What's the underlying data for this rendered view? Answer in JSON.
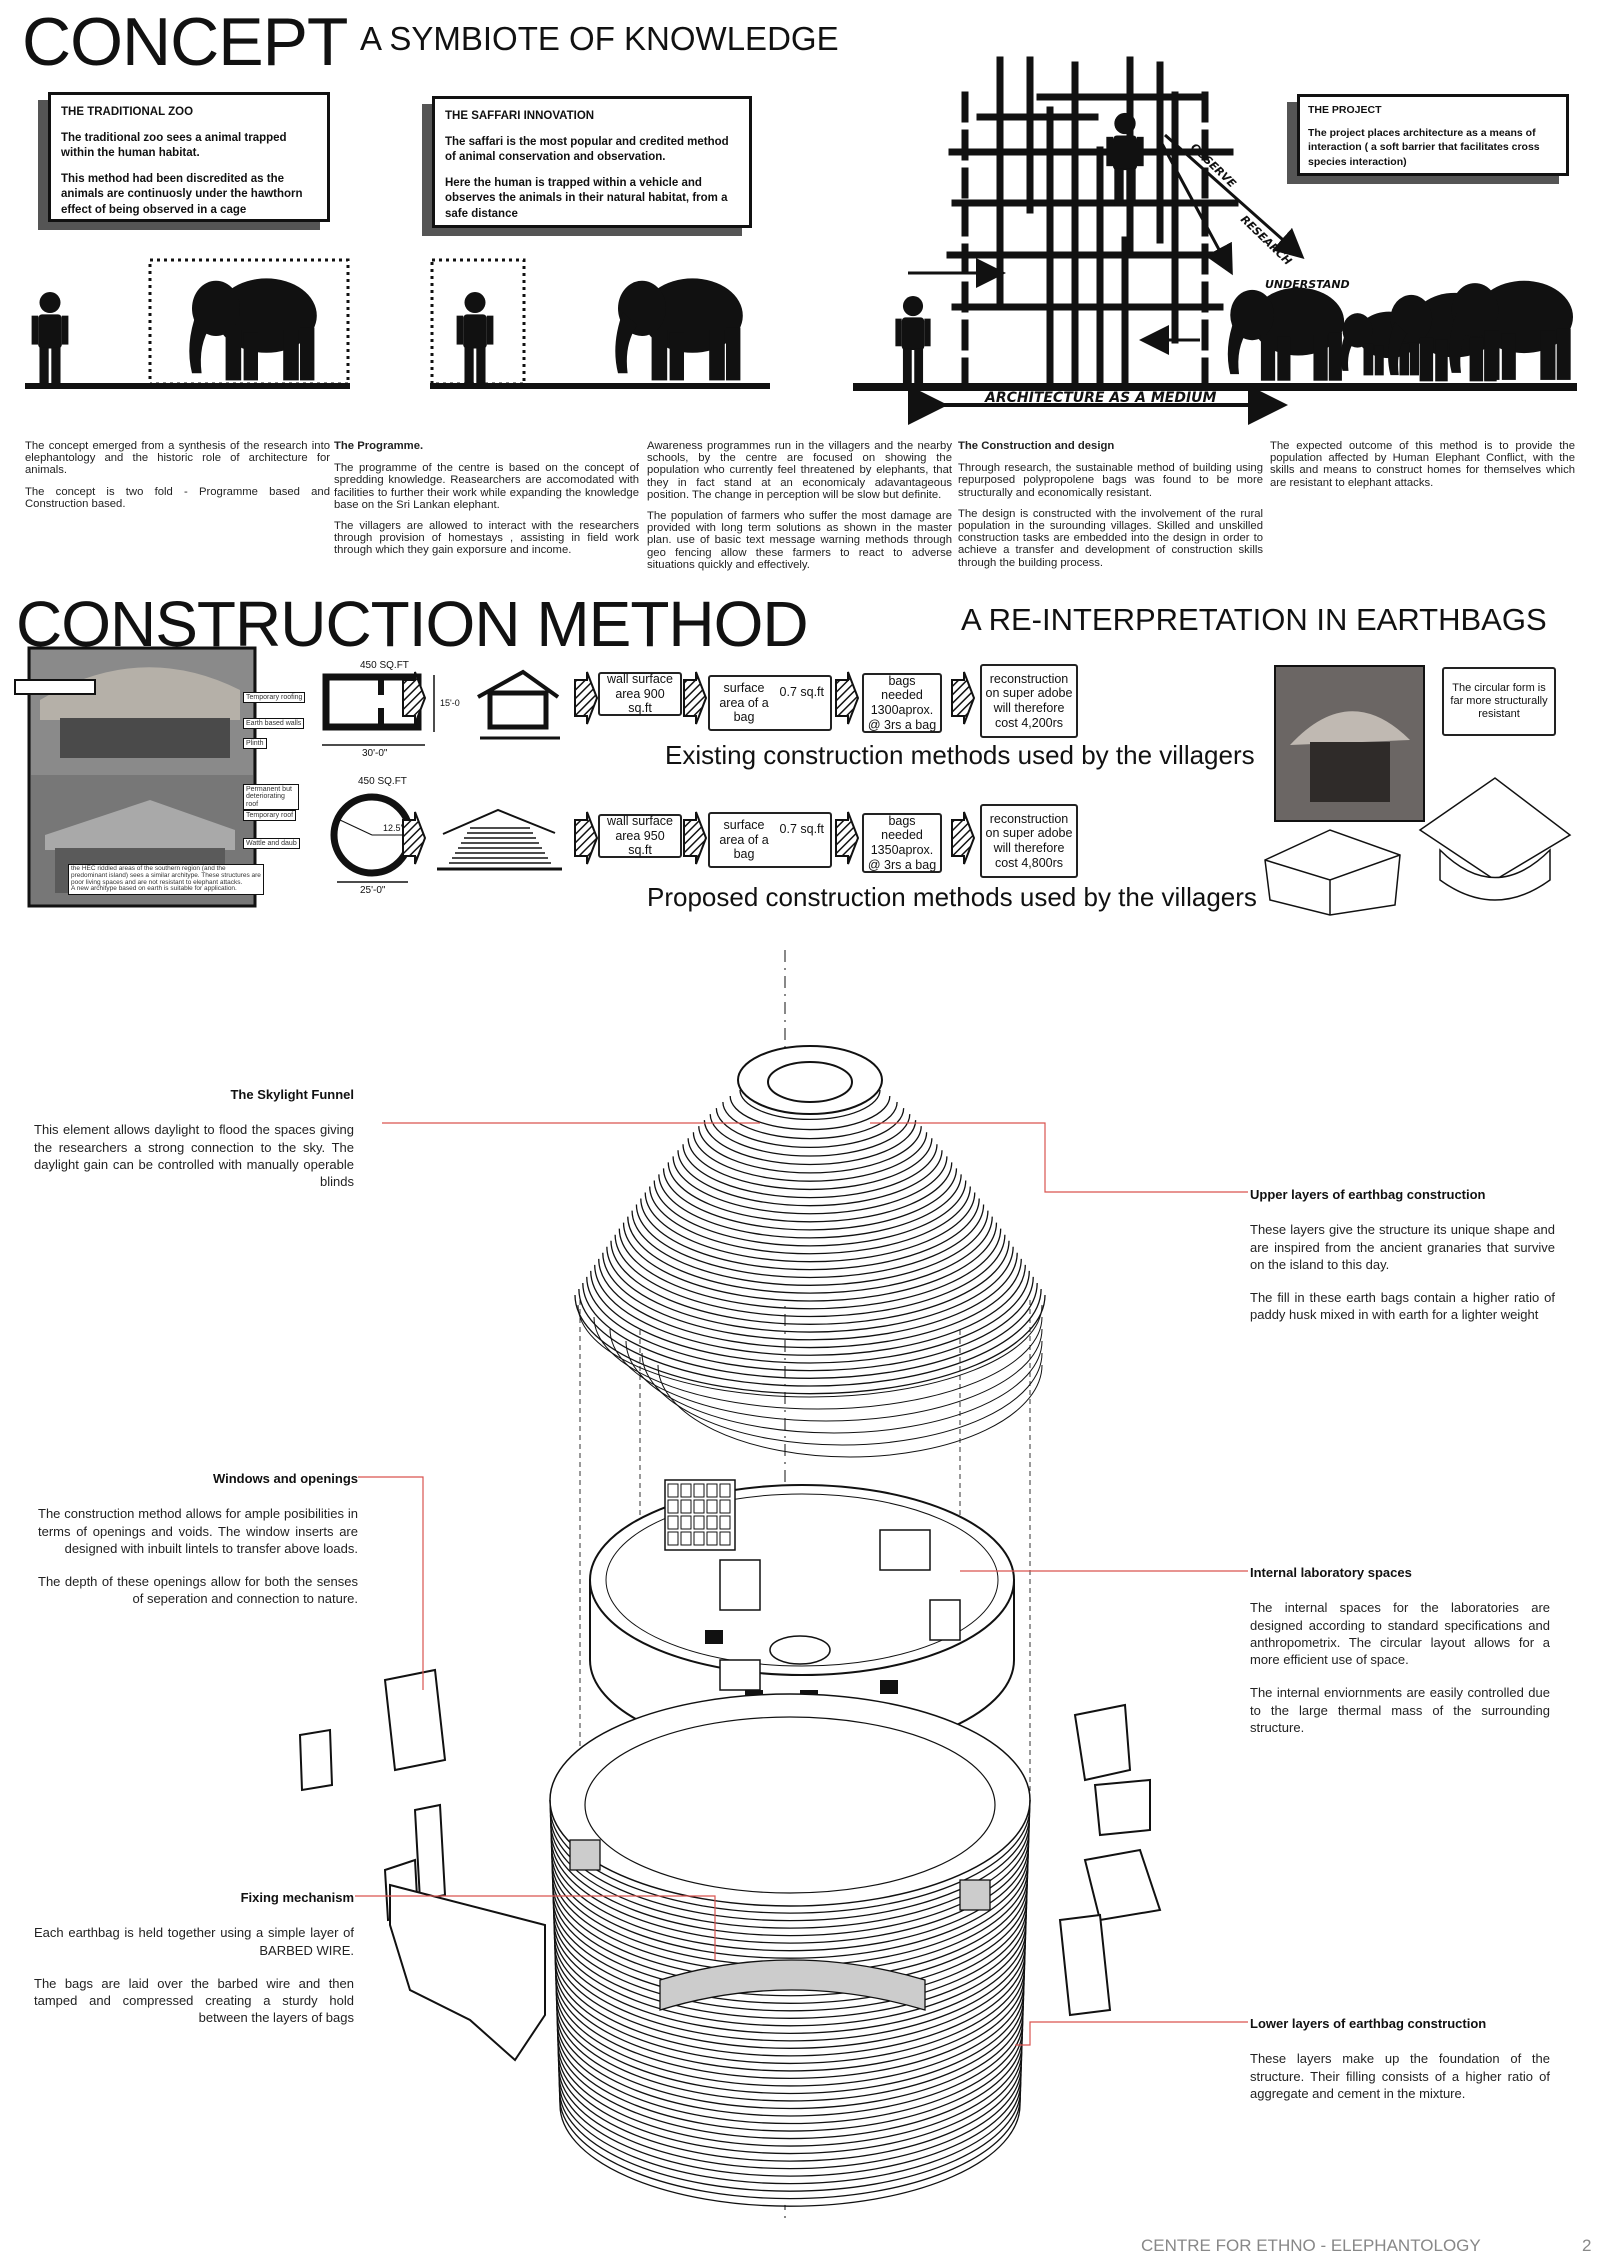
{
  "concept": {
    "title": "CONCEPT",
    "subtitle": "A SYMBIOTE OF KNOWLEDGE",
    "boxes": [
      {
        "heading": "THE TRADITIONAL ZOO",
        "p1": "The traditional zoo sees a animal trapped within the human habitat.",
        "p2": "This method had been discredited as the animals are continuosly under the hawthorn effect of being observed in a cage"
      },
      {
        "heading": "THE SAFFARI INNOVATION",
        "p1": "The saffari is the most popular and credited method of animal conservation and observation.",
        "p2": "Here the human is trapped within a vehicle and observes the animals in their natural habitat, from a safe distance"
      },
      {
        "heading": "THE PROJECT",
        "p1": "The project places architecture as a means of interaction ( a soft barrier that facilitates cross species interaction)"
      }
    ],
    "diagram": {
      "observe": "OBSERVE",
      "research": "RESEARCH",
      "understand": "UNDERSTAND",
      "medium": "ARCHITECTURE AS A MEDIUM"
    },
    "columns": [
      {
        "paras": [
          "The concept emerged from a synthesis of the research into elephantology and the historic role of architecture for animals.",
          "The concept is two fold - Programme based and Construction based."
        ]
      },
      {
        "heading": "The Programme.",
        "paras": [
          "The programme of the centre is based on the concept of spredding knowledge. Reasearchers are accomodated with facilities to further their work while expanding the knowledge base on the Sri Lankan elephant.",
          "The villagers are allowed to interact with the researchers through provision of homestays , assisting in field work through which they gain exporsure and income."
        ]
      },
      {
        "paras": [
          "Awareness programmes run in the villagers and the nearby schools, by the centre are focused on showing the population who currently feel threatened by elephants, that they in fact stand at an economicaly adavantageous position. The change in perception will be slow but definite.",
          "The population of farmers who suffer the most damage are provided with long term solutions as shown in the master plan. use of basic text message warning methods through geo fencing allow these farmers to react to adverse situations quickly and effectively."
        ]
      },
      {
        "heading": "The Construction and design",
        "paras": [
          "Through research, the sustainable method of building using repurposed polypropolene bags was found to be more structurally and economically resistant.",
          "The design is constructed with the involvement of the rural population in the surounding villages. Skilled and unskilled construction tasks are embedded into the design in order to achieve a transfer and development of construction skills through the building process."
        ]
      },
      {
        "paras": [
          "The expected outcome of this method is to provide the population affected by Human Elephant Conflict, with the skills and means to construct homes for  themselves which are resistant to elephant attacks."
        ]
      }
    ]
  },
  "construction": {
    "title": "CONSTRUCTION METHOD",
    "subtitle": "A RE-INTERPRETATION IN EARTHBAGS",
    "photo_tags": [
      "Temporary roofing",
      "Earth based walls",
      "Plinth",
      "Permanent but deteriorating roof",
      "Temporary roof",
      "Wattle and daub"
    ],
    "photo_caption": "the HEC riddled areas of the southern region (and the predominant island) sees a similar architype. These structures are poor living spaces and are not resistant to elephant attacks.\nA new architype based on earth is suitable for application.",
    "sketch": {
      "rect_area": "450 SQ.FT",
      "rect_h": "15'-0",
      "rect_w": "30'-0\"",
      "circ_area": "450 SQ.FT",
      "circ_r": "12.5'",
      "circ_d": "25'-0\""
    },
    "rows": [
      {
        "wall": "wall surface area 900 sq.ft",
        "bag_label": "surface area of a bag",
        "bag_value": "0.7 sq.ft",
        "bags": "bags needed 1300aprox. @ 3rs a bag",
        "cost": "reconstruction on super adobe will therefore cost 4,200rs",
        "caption": "Existing construction methods used by the villagers"
      },
      {
        "wall": "wall surface area 950 sq.ft",
        "bag_label": "surface area of a bag",
        "bag_value": "0.7 sq.ft",
        "bags": "bags needed 1350aprox. @ 3rs a bag",
        "cost": "reconstruction on super adobe will therefore cost 4,800rs",
        "caption": "Proposed construction methods used by the villagers"
      }
    ],
    "note": "The circular form is far more structurally resistant"
  },
  "axon": {
    "skylight": {
      "heading": "The Skylight Funnel",
      "paras": [
        "This element allows daylight to flood the spaces giving the researchers a strong connection to the sky. The daylight gain can be controlled with manually operable blinds"
      ]
    },
    "upper": {
      "heading": "Upper layers of earthbag construction",
      "paras": [
        "These layers give the structure its unique shape and are inspired from the ancient granaries that survive on the island to this day.",
        "The fill in these earth bags contain a higher ratio of paddy husk mixed in with earth for a lighter weight"
      ]
    },
    "windows": {
      "heading": "Windows and openings",
      "paras": [
        "The construction method allows for ample posibilities in terms of openings and voids. The window inserts are designed with inbuilt lintels to transfer above loads.",
        "The depth of these openings allow for both the senses of seperation and connection to nature."
      ]
    },
    "lab": {
      "heading": "Internal laboratory spaces",
      "paras": [
        "The internal spaces for the laboratories are designed according to standard specifications and anthropometrix. The circular layout allows for a more efficient use of space.",
        "The internal enviornments are easily controlled due to the large thermal mass of the surrounding structure."
      ]
    },
    "fixing": {
      "heading": "Fixing mechanism",
      "paras": [
        "Each earthbag is held together using a simple layer of BARBED WIRE.",
        "The bags are laid over the barbed wire and then tamped and compressed creating a sturdy hold between the layers of bags"
      ]
    },
    "lower": {
      "heading": "Lower layers of earthbag construction",
      "paras": [
        "These layers make up the foundation of the structure. Their filling consists of a higher ratio of aggregate and cement in the mixture."
      ]
    }
  },
  "footer": {
    "title": "CENTRE FOR ETHNO - ELEPHANTOLOGY",
    "page": "2"
  },
  "colors": {
    "leader": "#d9534f",
    "ink": "#111111",
    "shadow": "#555555"
  }
}
